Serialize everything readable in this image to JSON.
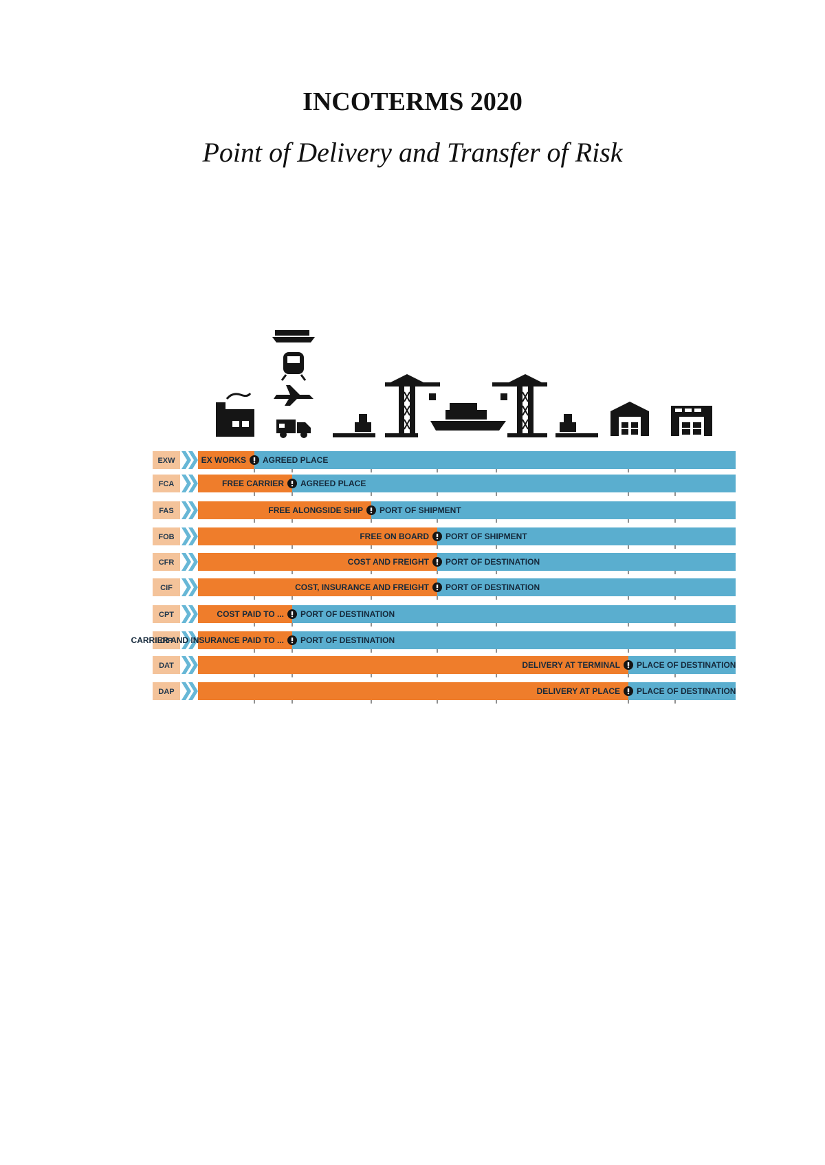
{
  "title": "INCOTERMS 2020",
  "subtitle": "Point of Delivery and Transfer of Risk",
  "colors": {
    "seller": "#ef7d2b",
    "buyer": "#5aaecf",
    "code_box": "#f4c39a",
    "chevron": "#67b7d6",
    "icon": "#151515"
  },
  "icons": [
    {
      "name": "factory-icon",
      "label": ""
    },
    {
      "name": "ship-icon",
      "label": ""
    },
    {
      "name": "train-icon",
      "label": ""
    },
    {
      "name": "airplane-icon",
      "label": ""
    },
    {
      "name": "truck-icon",
      "label": ""
    },
    {
      "name": "cargo-boxes-icon",
      "label": ""
    },
    {
      "name": "port-crane-icon",
      "label": ""
    },
    {
      "name": "container-ship-icon",
      "label": ""
    },
    {
      "name": "port-crane-icon",
      "label": ""
    },
    {
      "name": "cargo-boxes-icon",
      "label": ""
    },
    {
      "name": "warehouse-icon",
      "label": ""
    },
    {
      "name": "warehouse-icon",
      "label": ""
    }
  ],
  "terms": [
    {
      "code": "EXW",
      "seller_label": "EX WORKS",
      "buyer_label": "AGREED PLACE",
      "risk_stage": 1
    },
    {
      "code": "FCA",
      "seller_label": "FREE CARRIER",
      "buyer_label": "AGREED PLACE",
      "risk_stage": 2
    },
    {
      "code": "FAS",
      "seller_label": "FREE ALONGSIDE SHIP",
      "buyer_label": "PORT OF SHIPMENT",
      "risk_stage": 3
    },
    {
      "code": "FOB",
      "seller_label": "FREE ON BOARD",
      "buyer_label": "PORT OF SHIPMENT",
      "risk_stage": 4
    },
    {
      "code": "CFR",
      "seller_label": "COST AND FREIGHT",
      "buyer_label": "PORT OF DESTINATION",
      "risk_stage": 4
    },
    {
      "code": "CIF",
      "seller_label": "COST, INSURANCE AND FREIGHT",
      "buyer_label": "PORT OF DESTINATION",
      "risk_stage": 4
    },
    {
      "code": "CPT",
      "seller_label": "COST PAID TO ...",
      "buyer_label": "PORT OF DESTINATION",
      "risk_stage": 2
    },
    {
      "code": "CIP",
      "seller_label": "CARRIER AND INSURANCE PAID TO ...",
      "buyer_label": "PORT OF DESTINATION",
      "risk_stage": 2
    },
    {
      "code": "DAT",
      "seller_label": "DELIVERY AT TERMINAL",
      "buyer_label": "PLACE OF DESTINATION",
      "risk_stage": 6
    },
    {
      "code": "DAP",
      "seller_label": "DELIVERY AT PLACE",
      "buyer_label": "PLACE OF DESTINATION",
      "risk_stage": 6
    }
  ]
}
